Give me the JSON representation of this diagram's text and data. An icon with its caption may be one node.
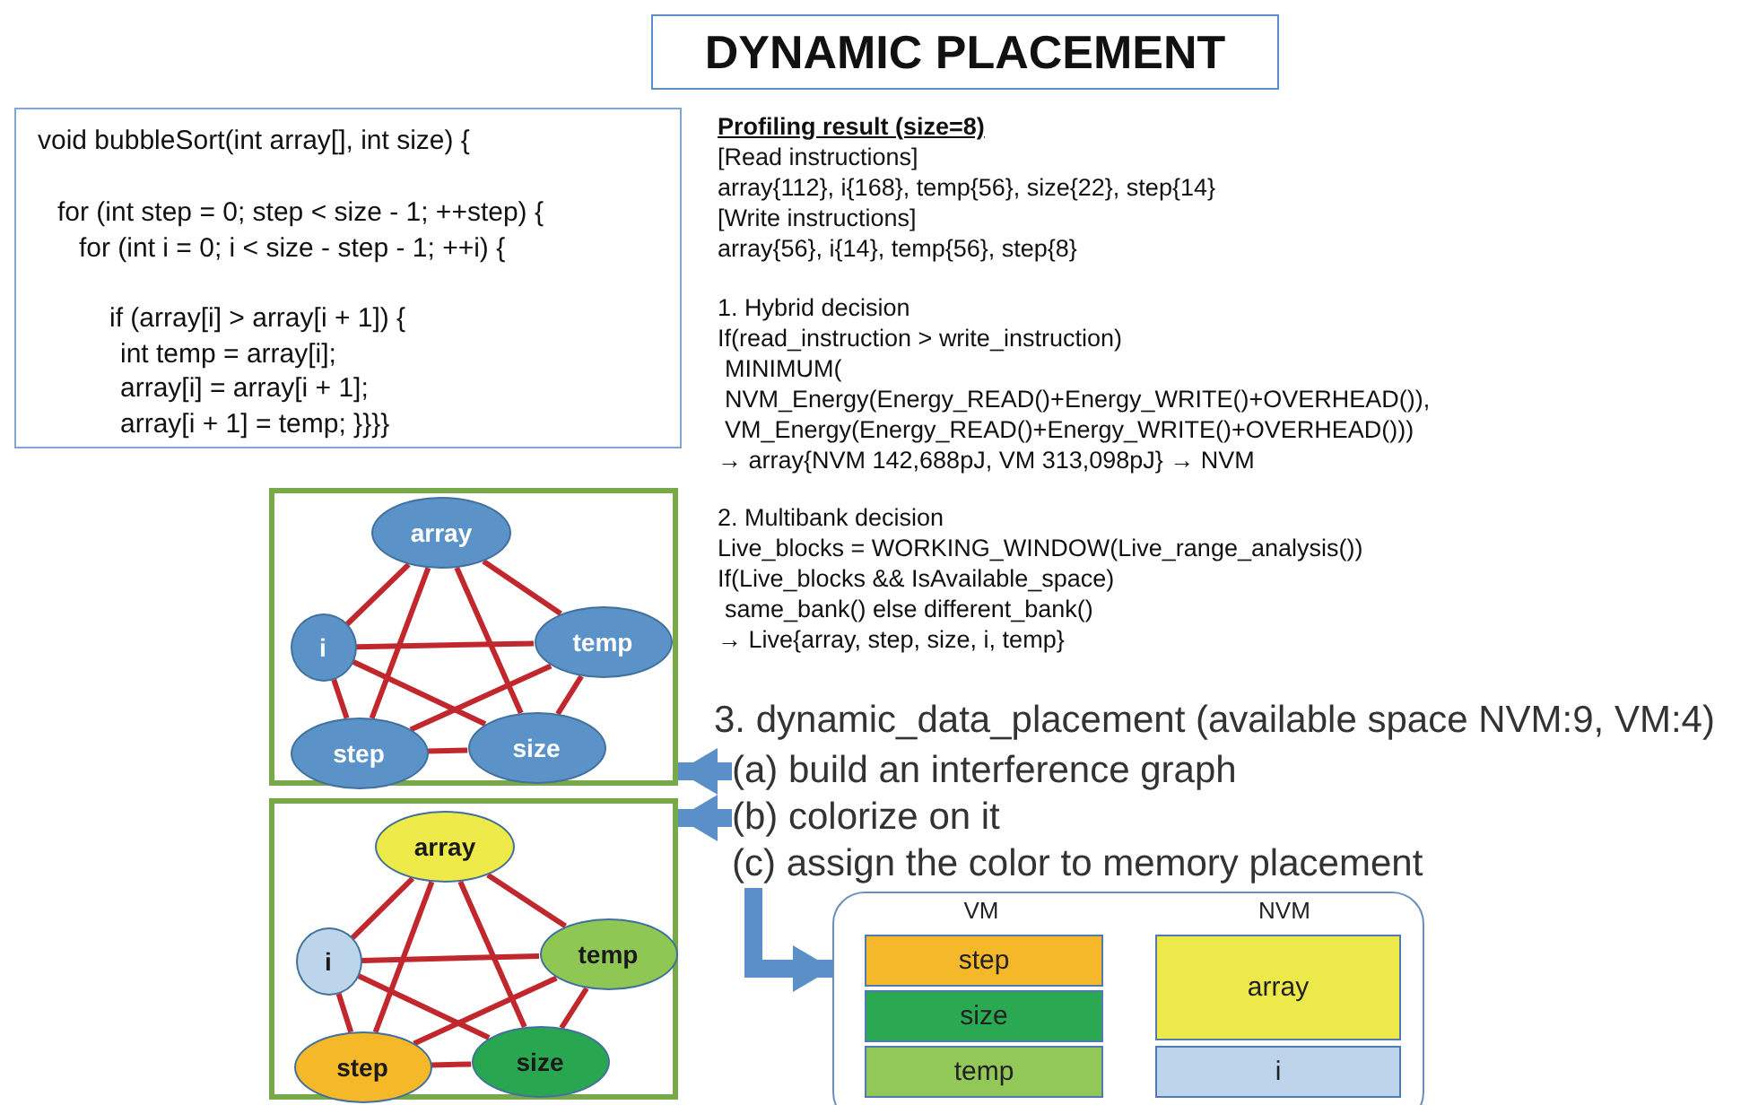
{
  "diagram": {
    "title": "DYNAMIC PLACEMENT",
    "nodes": [
      {
        "text": [
          "void bubbleSort(int array[], int size) {",
          "for (int step = 0; step < size - 1; ++step) {",
          "for (int i = 0; i < size - step - 1; ++i) {",
          "if (array[i] > array[i + 1]) {",
          "int temp = array[i];",
          "array[i] = array[i + 1];",
          "array[i + 1] = temp; }}}}"
        ]
      },
      {
        "text": [],
        "shape": "box"
      },
      {
        "text": [
          "array"
        ],
        "in": 1
      },
      {
        "text": [
          "i"
        ],
        "in": 1
      },
      {
        "text": [
          "temp"
        ],
        "in": 1
      },
      {
        "text": [
          "step"
        ],
        "in": 1
      },
      {
        "text": [
          "size"
        ],
        "in": 1
      },
      {
        "text": [],
        "shape": "box"
      },
      {
        "text": [
          "array"
        ],
        "in": 7
      },
      {
        "text": [
          "i"
        ],
        "in": 7
      },
      {
        "text": [
          "temp"
        ],
        "in": 7
      },
      {
        "text": [
          "step"
        ],
        "in": 7
      },
      {
        "text": [
          "size"
        ],
        "in": 7
      },
      {
        "text": [
          "(a) build an interference graph"
        ]
      },
      {
        "text": [
          "(b) colorize on it"
        ]
      },
      {
        "text": [
          "(c) assign the color to memory placement"
        ]
      },
      {
        "text": [],
        "shape": "box"
      },
      {
        "text": [
          "step"
        ],
        "in": 16
      },
      {
        "text": [
          "size"
        ],
        "in": 16
      },
      {
        "text": [
          "temp"
        ],
        "in": 16
      },
      {
        "text": [
          "array"
        ],
        "in": 16
      },
      {
        "text": [
          "i"
        ],
        "in": 16
      }
    ],
    "edges": [
      {
        "from": 2,
        "to": 3,
        "arrow": "none"
      },
      {
        "from": 2,
        "to": 4,
        "arrow": "none"
      },
      {
        "from": 2,
        "to": 5,
        "arrow": "none"
      },
      {
        "from": 2,
        "to": 6,
        "arrow": "none"
      },
      {
        "from": 3,
        "to": 4,
        "arrow": "none"
      },
      {
        "from": 3,
        "to": 5,
        "arrow": "none"
      },
      {
        "from": 3,
        "to": 6,
        "arrow": "none"
      },
      {
        "from": 4,
        "to": 5,
        "arrow": "none"
      },
      {
        "from": 4,
        "to": 6,
        "arrow": "none"
      },
      {
        "from": 5,
        "to": 6,
        "arrow": "none"
      },
      {
        "from": 8,
        "to": 9,
        "arrow": "none"
      },
      {
        "from": 8,
        "to": 10,
        "arrow": "none"
      },
      {
        "from": 8,
        "to": 11,
        "arrow": "none"
      },
      {
        "from": 8,
        "to": 12,
        "arrow": "none"
      },
      {
        "from": 9,
        "to": 10,
        "arrow": "none"
      },
      {
        "from": 9,
        "to": 11,
        "arrow": "none"
      },
      {
        "from": 9,
        "to": 12,
        "arrow": "none"
      },
      {
        "from": 10,
        "to": 11,
        "arrow": "none"
      },
      {
        "from": 10,
        "to": 12,
        "arrow": "none"
      },
      {
        "from": 11,
        "to": 12,
        "arrow": "none"
      },
      {
        "from": 13,
        "to": 1,
        "arrow": "to",
        "style": "thick",
        "color": "#5b8fc7"
      },
      {
        "from": 14,
        "to": 7,
        "arrow": "to",
        "style": "thick",
        "color": "#5b8fc7"
      },
      {
        "from": 15,
        "to": 16,
        "arrow": "to",
        "style": "thick",
        "color": "#5b8fc7"
      }
    ],
    "labels": [
      "Profiling result (size=8)",
      "[Read instructions]",
      "array{112}, i{168}, temp{56}, size{22}, step{14}",
      "[Write instructions]",
      "array{56}, i{14}, temp{56}, step{8}",
      "1. Hybrid decision",
      "If(read_instruction > write_instruction)",
      "MINIMUM(",
      "NVM_Energy(Energy_READ()+Energy_WRITE()+OVERHEAD()),",
      "VM_Energy(Energy_READ()+Energy_WRITE()+OVERHEAD()))",
      "→ array{NVM 142,688pJ, VM 313,098pJ} → NVM",
      "2. Multibank decision",
      "Live_blocks = WORKING_WINDOW(Live_range_analysis())",
      "If(Live_blocks && IsAvailable_space)",
      "same_bank() else different_bank()",
      "→ Live{array, step, size, i, temp}",
      "3. dynamic_data_placement (available space NVM:9, VM:4)",
      "VM",
      "NVM"
    ]
  }
}
